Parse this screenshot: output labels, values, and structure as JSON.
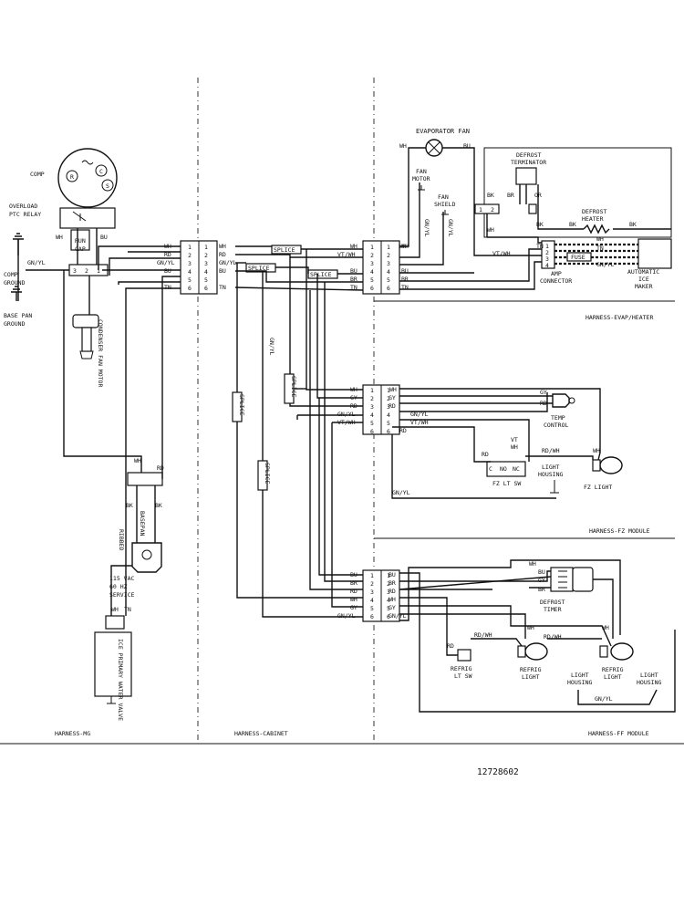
{
  "sections": {
    "mg": "HARNESS-MG",
    "cabinet": "HARNESS-CABINET",
    "evap": "HARNESS-EVAP/HEATER",
    "fz": "HARNESS-FZ MODULE",
    "ff": "HARNESS-FF MODULE"
  },
  "part_number": "12728602",
  "components": {
    "evap_fan": "EVAPORATOR FAN",
    "fan_motor_1": "FAN",
    "fan_motor_2": "MOTOR",
    "fan_shield_1": "FAN",
    "fan_shield_2": "SHIELD",
    "defrost_term_1": "DEFROST",
    "defrost_term_2": "TERMINATOR",
    "defrost_heater_1": "DEFROST",
    "defrost_heater_2": "HEATER",
    "amp_1": "AMP",
    "amp_2": "CONNECTOR",
    "fuse": "FUSE",
    "ice_1": "AUTOMATIC",
    "ice_2": "ICE",
    "ice_3": "MAKER",
    "comp": "COMP",
    "overload_1": "OVERLOAD",
    "overload_2": "PTC RELAY",
    "run_1": "RUN",
    "run_2": "CAP",
    "comp_ground_1": "COMP",
    "comp_ground_2": "GROUND",
    "base_ground_1": "BASE PAN",
    "base_ground_2": "GROUND",
    "cond_fan": "CONDENSER FAN MOTOR",
    "basepan": "BASEPAN",
    "ribbed": "RIBBED",
    "service_1": "115 VAC",
    "service_2": "60 HZ",
    "service_3": "SERVICE",
    "water_valve": "ICE PRIMARY WATER VALVE",
    "temp_control_1": "TEMP",
    "temp_control_2": "CONTROL",
    "fz_sw": "FZ LT SW",
    "fz_light": "FZ LIGHT",
    "light_housing_1": "LIGHT",
    "light_housing_2": "HOUSING",
    "defrost_timer_1": "DEFROST",
    "defrost_timer_2": "TIMER",
    "refrig_sw_1": "REFRIG",
    "refrig_sw_2": "LT SW",
    "refrig_light_1": "REFRIG",
    "refrig_light_2": "LIGHT",
    "splice": "SPLICE",
    "sw_c": "C",
    "sw_no": "NO",
    "sw_nc": "NC",
    "comp_r": "R",
    "comp_c": "C",
    "comp_s": "S"
  },
  "wires": {
    "wh": "WH",
    "rd": "RD",
    "gnyl": "GN/YL",
    "bu": "BU",
    "tn": "TN",
    "br": "BR",
    "vtwh": "VT/WH",
    "gy": "GY",
    "bk": "BK",
    "or": "OR",
    "rdwh": "RD/WH",
    "vt": "VT"
  },
  "pins": [
    "1",
    "2",
    "3",
    "4",
    "5",
    "6"
  ]
}
